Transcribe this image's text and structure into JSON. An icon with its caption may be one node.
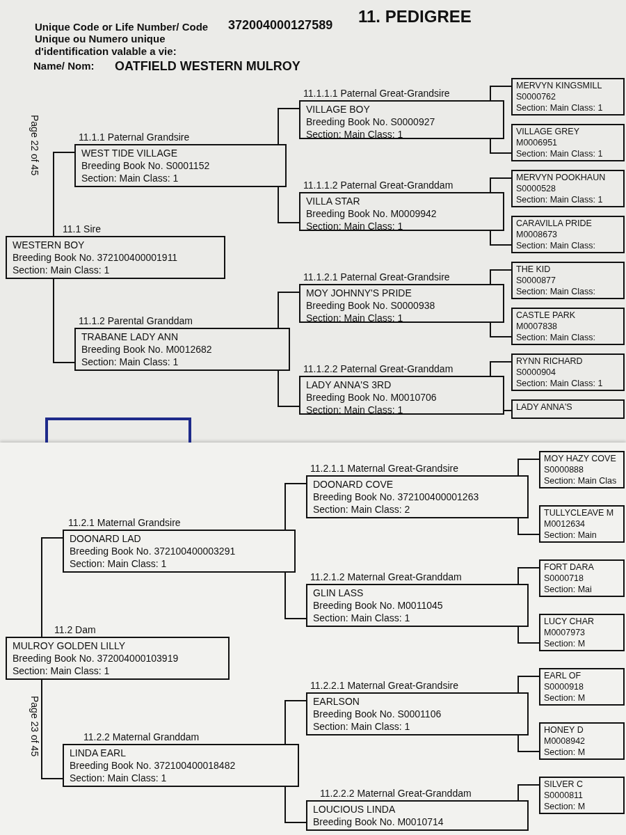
{
  "diagram": {
    "title": "11. PEDIGREE",
    "nodes": [
      {
        "text": [
          "11.1 Sire",
          "WESTERN BOY",
          "Breeding Book No. 372100400001911",
          "Section: Main Class: 1"
        ]
      },
      {
        "text": [
          "11.1.1 Paternal Grandsire",
          "WEST TIDE VILLAGE",
          "Breeding Book No. S0001152",
          "Section: Main Class: 1"
        ]
      },
      {
        "text": [
          "11.1.2 Parental Granddam",
          "TRABANE LADY ANN",
          "Breeding Book No. M0012682",
          "Section: Main Class: 1"
        ]
      },
      {
        "text": [
          "11.1.1.1 Paternal Great-Grandsire",
          "VILLAGE BOY",
          "Breeding Book No. S0000927",
          "Section: Main Class: 1"
        ]
      },
      {
        "text": [
          "11.1.1.2 Paternal Great-Granddam",
          "VILLA STAR",
          "Breeding Book No. M0009942",
          "Section: Main Class: 1"
        ]
      },
      {
        "text": [
          "11.1.2.1 Paternal Great-Grandsire",
          "MOY JOHNNY'S PRIDE",
          "Breeding Book No. S0000938",
          "Section: Main Class: 1"
        ]
      },
      {
        "text": [
          "11.1.2.2 Paternal Great-Granddam",
          "LADY ANNA'S 3RD",
          "Breeding Book No. M0010706",
          "Section: Main Class: 1"
        ]
      },
      {
        "text": [
          "MERVYN KINGSMILL",
          "S0000762",
          "Section: Main Class: 1"
        ]
      },
      {
        "text": [
          "VILLAGE GREY",
          "M0006951",
          "Section: Main Class: 1"
        ]
      },
      {
        "text": [
          "MERVYN POOKHAUN",
          "S0000528",
          "Section: Main Class: 1"
        ]
      },
      {
        "text": [
          "CARAVILLA PRIDE",
          "M0008673",
          "Section: Main Class:"
        ]
      },
      {
        "text": [
          "THE KID",
          "S0000877",
          "Section: Main Class:"
        ]
      },
      {
        "text": [
          "CASTLE PARK",
          "M0007838",
          "Section: Main Class:"
        ]
      },
      {
        "text": [
          "RYNN RICHARD",
          "S0000904",
          "Section: Main Class: 1"
        ]
      },
      {
        "text": [
          "LADY ANNA'S"
        ]
      },
      {
        "text": [
          "11.2 Dam",
          "MULROY GOLDEN LILLY",
          "Breeding Book No. 372004000103919",
          "Section: Main Class: 1"
        ]
      },
      {
        "text": [
          "11.2.1 Maternal Grandsire",
          "DOONARD LAD",
          "Breeding Book No. 372100400003291",
          "Section: Main Class: 1"
        ]
      },
      {
        "text": [
          "11.2.2 Maternal Granddam",
          "LINDA EARL",
          "Breeding Book No. 372100400018482",
          "Section: Main Class: 1"
        ]
      },
      {
        "text": [
          "11.2.1.1 Maternal Great-Grandsire",
          "DOONARD COVE",
          "Breeding Book No. 372100400001263",
          "Section: Main Class: 2"
        ]
      },
      {
        "text": [
          "11.2.1.2 Maternal Great-Granddam",
          "GLIN LASS",
          "Breeding Book No. M0011045",
          "Section: Main Class: 1"
        ]
      },
      {
        "text": [
          "11.2.2.1 Maternal Great-Grandsire",
          "EARLSON",
          "Breeding Book No. S0001106",
          "Section: Main Class: 1"
        ]
      },
      {
        "text": [
          "11.2.2.2 Maternal Great-Granddam",
          "LOUCIOUS LINDA",
          "Breeding Book No. M0010714"
        ]
      },
      {
        "text": [
          "MOY HAZY COVE",
          "S0000888",
          "Section: Main Clas"
        ]
      },
      {
        "text": [
          "TULLYCLEAVE M",
          "M0012634",
          "Section: Main"
        ]
      },
      {
        "text": [
          "FORT DARA",
          "S0000718",
          "Section: Mai"
        ]
      },
      {
        "text": [
          "LUCY CHAR",
          "M0007973",
          "Section: M"
        ]
      },
      {
        "text": [
          "EARL OF",
          "S0000918",
          "Section: M"
        ]
      },
      {
        "text": [
          "HONEY D",
          "M0008942",
          "Section: M"
        ]
      },
      {
        "text": [
          "SILVER C",
          "S0000811",
          "Section: M"
        ]
      }
    ],
    "edges": [
      {
        "from": 0,
        "to": 1,
        "arrow": "none"
      },
      {
        "from": 0,
        "to": 2,
        "arrow": "none"
      },
      {
        "from": 1,
        "to": 3,
        "arrow": "none"
      },
      {
        "from": 1,
        "to": 4,
        "arrow": "none"
      },
      {
        "from": 2,
        "to": 5,
        "arrow": "none"
      },
      {
        "from": 2,
        "to": 6,
        "arrow": "none"
      },
      {
        "from": 3,
        "to": 7,
        "arrow": "none"
      },
      {
        "from": 3,
        "to": 8,
        "arrow": "none"
      },
      {
        "from": 4,
        "to": 9,
        "arrow": "none"
      },
      {
        "from": 4,
        "to": 10,
        "arrow": "none"
      },
      {
        "from": 5,
        "to": 11,
        "arrow": "none"
      },
      {
        "from": 5,
        "to": 12,
        "arrow": "none"
      },
      {
        "from": 6,
        "to": 13,
        "arrow": "none"
      },
      {
        "from": 6,
        "to": 14,
        "arrow": "none"
      },
      {
        "from": 15,
        "to": 16,
        "arrow": "none"
      },
      {
        "from": 15,
        "to": 17,
        "arrow": "none"
      },
      {
        "from": 16,
        "to": 18,
        "arrow": "none"
      },
      {
        "from": 16,
        "to": 19,
        "arrow": "none"
      },
      {
        "from": 17,
        "to": 20,
        "arrow": "none"
      },
      {
        "from": 17,
        "to": 21,
        "arrow": "none"
      },
      {
        "from": 18,
        "to": 22,
        "arrow": "none"
      },
      {
        "from": 18,
        "to": 23,
        "arrow": "none"
      },
      {
        "from": 19,
        "to": 24,
        "arrow": "none"
      },
      {
        "from": 19,
        "to": 25,
        "arrow": "none"
      },
      {
        "from": 20,
        "to": 26,
        "arrow": "none"
      },
      {
        "from": 20,
        "to": 27,
        "arrow": "none"
      },
      {
        "from": 21,
        "to": 28,
        "arrow": "none"
      }
    ],
    "labels": [
      "Unique Code or Life Number/ Code Unique ou Numero unique d'identification valable a vie:",
      "372004000127589",
      "Name/ Nom:",
      "OATFIELD WESTERN MULROY",
      "Page 22 of 45",
      "Page 23 of 45"
    ]
  }
}
